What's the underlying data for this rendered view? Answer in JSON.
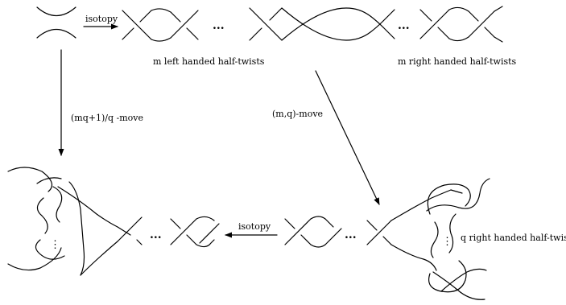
{
  "labels": {
    "isotopy_top": "isotopy",
    "isotopy_bottom": "isotopy",
    "left_twists": "m left handed half-twists",
    "right_twists": "m right handed half-twists",
    "mq_move": "(mq+1)/q -move",
    "m_q_move": "(m,q)-move",
    "q_twists": "q right handed half-twists",
    "ellipsis": "...",
    "vertical_ellipsis": "⋮"
  }
}
